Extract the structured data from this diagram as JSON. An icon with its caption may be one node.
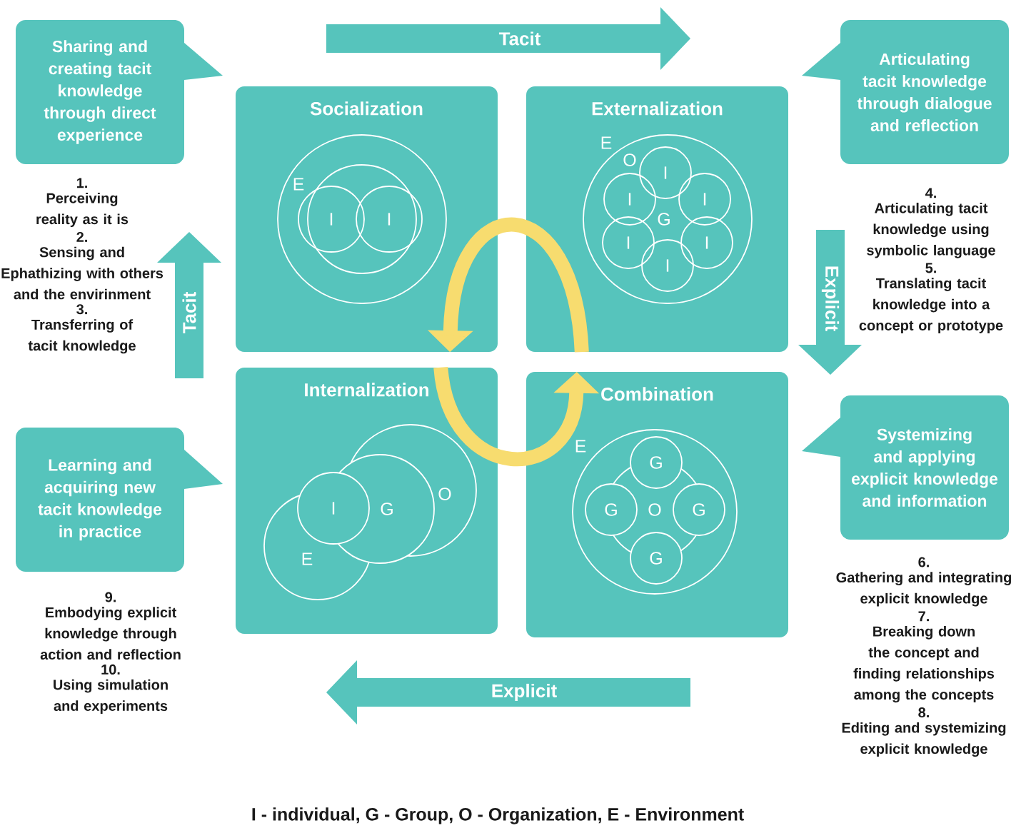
{
  "diagram": {
    "caption": "I - individual, G - Group, O - Organization, E - Environment",
    "nodes": [
      {
        "text": [
          "Sharing and creating tacit knowledge through direct experience"
        ]
      },
      {
        "text": [
          "Articulating tacit knowledge through dialogue and reflection"
        ]
      },
      {
        "text": [
          "Learning and acquiring new tacit knowledge in practice"
        ]
      },
      {
        "text": [
          "Systemizing and applying explicit knowledge and information"
        ]
      },
      {
        "text": [
          "Socialization"
        ]
      },
      {
        "text": [
          "E"
        ],
        "in": 4
      },
      {
        "text": [],
        "shape": "circle",
        "in": 5
      },
      {
        "text": [
          "I"
        ],
        "in": 6
      },
      {
        "text": [
          "I"
        ],
        "in": 6
      },
      {
        "text": [
          "Externalization"
        ]
      },
      {
        "text": [
          "E",
          "O",
          "G"
        ],
        "in": 9
      },
      {
        "text": [
          "I"
        ],
        "in": 10
      },
      {
        "text": [
          "I"
        ],
        "in": 10
      },
      {
        "text": [
          "I"
        ],
        "in": 10
      },
      {
        "text": [
          "I"
        ],
        "in": 10
      },
      {
        "text": [
          "I"
        ],
        "in": 10
      },
      {
        "text": [
          "I"
        ],
        "in": 10
      },
      {
        "text": [
          "Internalization"
        ]
      },
      {
        "text": [
          "E"
        ],
        "in": 17
      },
      {
        "text": [
          "O"
        ],
        "in": 17
      },
      {
        "text": [
          "G"
        ],
        "in": 17
      },
      {
        "text": [
          "I"
        ],
        "in": 17
      },
      {
        "text": [
          "Combination"
        ]
      },
      {
        "text": [
          "E"
        ],
        "in": 22
      },
      {
        "text": [
          "O"
        ],
        "in": 23
      },
      {
        "text": [
          "G"
        ],
        "in": 23
      },
      {
        "text": [
          "G"
        ],
        "in": 23
      },
      {
        "text": [
          "G"
        ],
        "in": 23
      },
      {
        "text": [
          "G"
        ],
        "in": 23
      }
    ],
    "edges": [
      {
        "from": 9,
        "to": 4,
        "arrow": "to"
      },
      {
        "from": 17,
        "to": 22,
        "arrow": "to"
      }
    ],
    "labels": [
      "Tacit",
      "1.",
      "Perceiving reality as it is",
      "2.",
      "Sensing and Ephathizing with others and the envirinment",
      "3.",
      "Transferring of tacit knowledge",
      "Tacit",
      "4.",
      "Articulating tacit knowledge using symbolic language",
      "5.",
      "Translating tacit knowledge into a concept or prototype",
      "Explicit",
      "9.",
      "Embodying explicit knowledge through action and reflection",
      "10.",
      "Using simulation and experiments",
      "Explicit",
      "6.",
      "Gathering and integrating explicit knowledge",
      "7.",
      "Breaking down the concept and finding relationships among the concepts",
      "8.",
      "Editing and systemizing explicit knowledge"
    ]
  }
}
